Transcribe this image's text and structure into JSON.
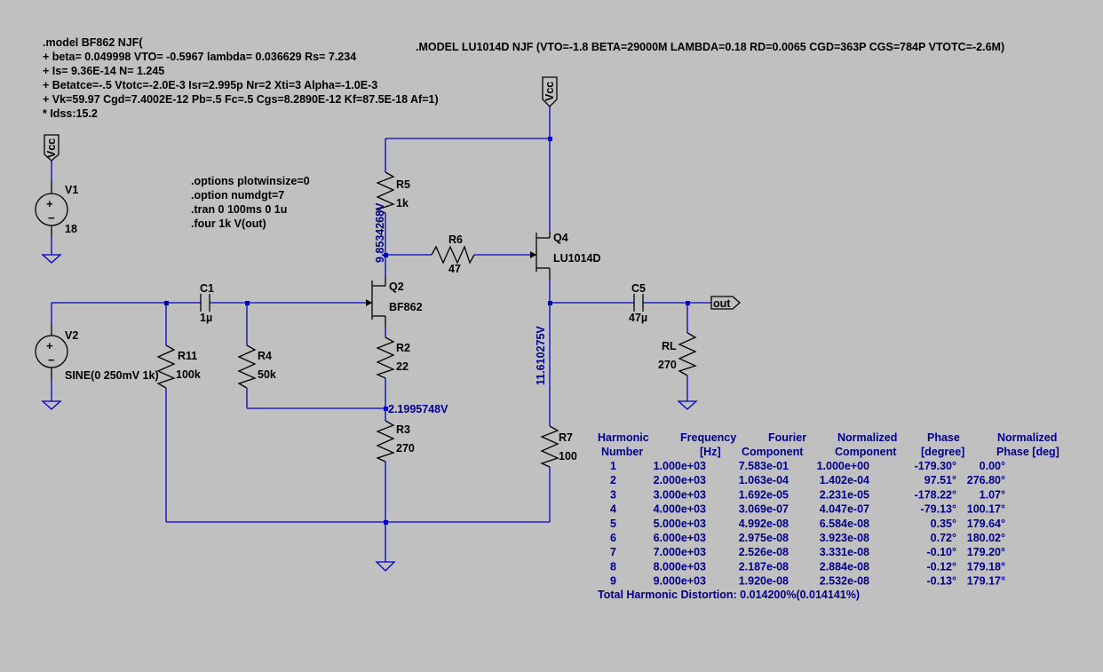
{
  "directives": {
    "bf862_model": [
      ".model BF862 NJF(",
      "+ beta= 0.049998 VTO= -0.5967 lambda= 0.036629 Rs= 7.234",
      "+ Is= 9.36E-14 N= 1.245",
      "+ Betatce=-.5 Vtotc=-2.0E-3 Isr=2.995p Nr=2 Xti=3 Alpha=-1.0E-3",
      "+ Vk=59.97 Cgd=7.4002E-12 Pb=.5 Fc=.5 Cgs=8.2890E-12 Kf=87.5E-18 Af=1)",
      "* Idss:15.2"
    ],
    "lu1014d_model": ".MODEL LU1014D NJF (VTO=-1.8 BETA=29000M LAMBDA=0.18 RD=0.0065 CGD=363P CGS=784P VTOTC=-2.6M)",
    "sim": [
      ".options plotwinsize=0",
      ".option numdgt=7",
      ".tran 0 100ms 0 1u",
      ".four 1k V(out)"
    ]
  },
  "components": {
    "V1": {
      "name": "V1",
      "value": "18"
    },
    "V2": {
      "name": "V2",
      "value": "SINE(0 250mV 1k)"
    },
    "C1": {
      "name": "C1",
      "value": "1µ"
    },
    "C5": {
      "name": "C5",
      "value": "47µ"
    },
    "R11": {
      "name": "R11",
      "value": "100k"
    },
    "R4": {
      "name": "R4",
      "value": "50k"
    },
    "R5": {
      "name": "R5",
      "value": "1k"
    },
    "R6": {
      "name": "R6",
      "value": "47"
    },
    "R2": {
      "name": "R2",
      "value": "22"
    },
    "R3": {
      "name": "R3",
      "value": "270"
    },
    "R7": {
      "name": "R7",
      "value": "100"
    },
    "RL": {
      "name": "RL",
      "value": "270"
    },
    "Q2": {
      "name": "Q2",
      "value": "BF862"
    },
    "Q4": {
      "name": "Q4",
      "value": "LU1014D"
    }
  },
  "net_labels": {
    "vcc": "Vcc",
    "out": "out"
  },
  "voltages": {
    "q2_drain": "9.8534268V",
    "q4_source": "11.610275V",
    "q2_source": "2.1995748V"
  },
  "fourier": {
    "header_row1": [
      "Harmonic",
      "Frequency",
      "Fourier",
      "Normalized",
      "Phase",
      "Normalized"
    ],
    "header_row2": [
      "Number",
      "[Hz]",
      "Component",
      "Component",
      "[degree]",
      "Phase [deg]"
    ],
    "rows": [
      [
        "1",
        "1.000e+03",
        "7.583e-01",
        "1.000e+00",
        "-179.30°",
        "0.00°"
      ],
      [
        "2",
        "2.000e+03",
        "1.063e-04",
        "1.402e-04",
        "97.51°",
        "276.80°"
      ],
      [
        "3",
        "3.000e+03",
        "1.692e-05",
        "2.231e-05",
        "-178.22°",
        "1.07°"
      ],
      [
        "4",
        "4.000e+03",
        "3.069e-07",
        "4.047e-07",
        "-79.13°",
        "100.17°"
      ],
      [
        "5",
        "5.000e+03",
        "4.992e-08",
        "6.584e-08",
        "0.35°",
        "179.64°"
      ],
      [
        "6",
        "6.000e+03",
        "2.975e-08",
        "3.923e-08",
        "0.72°",
        "180.02°"
      ],
      [
        "7",
        "7.000e+03",
        "2.526e-08",
        "3.331e-08",
        "-0.10°",
        "179.20°"
      ],
      [
        "8",
        "8.000e+03",
        "2.187e-08",
        "2.884e-08",
        "-0.12°",
        "179.18°"
      ],
      [
        "9",
        "9.000e+03",
        "1.920e-08",
        "2.532e-08",
        "-0.13°",
        "179.17°"
      ]
    ],
    "thd": "Total Harmonic Distortion: 0.014200%(0.014141%)"
  },
  "colors": {
    "background": "#c0c0c0",
    "wire": "#0000cc",
    "annotation": "#00008b",
    "text": "#000000"
  }
}
